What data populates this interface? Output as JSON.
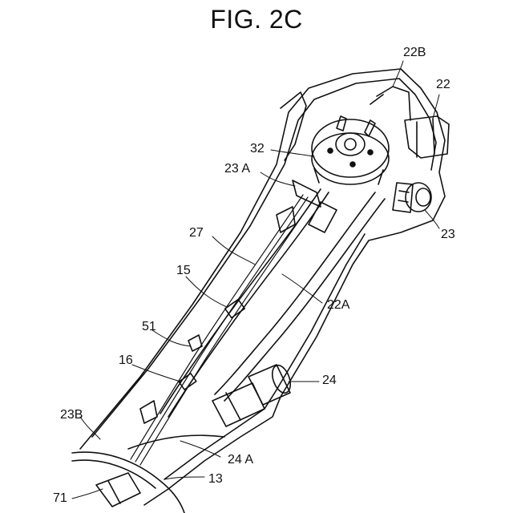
{
  "figure": {
    "title": "FIG. 2C"
  },
  "labels": {
    "l22B": "22B",
    "l22": "22",
    "l32": "32",
    "l23A": "23 A",
    "l23": "23",
    "l27": "27",
    "l15": "15",
    "l22A": "22A",
    "l51": "51",
    "l16": "16",
    "l24": "24",
    "l23B": "23B",
    "l24A": "24 A",
    "l13": "13",
    "l71": "71"
  }
}
